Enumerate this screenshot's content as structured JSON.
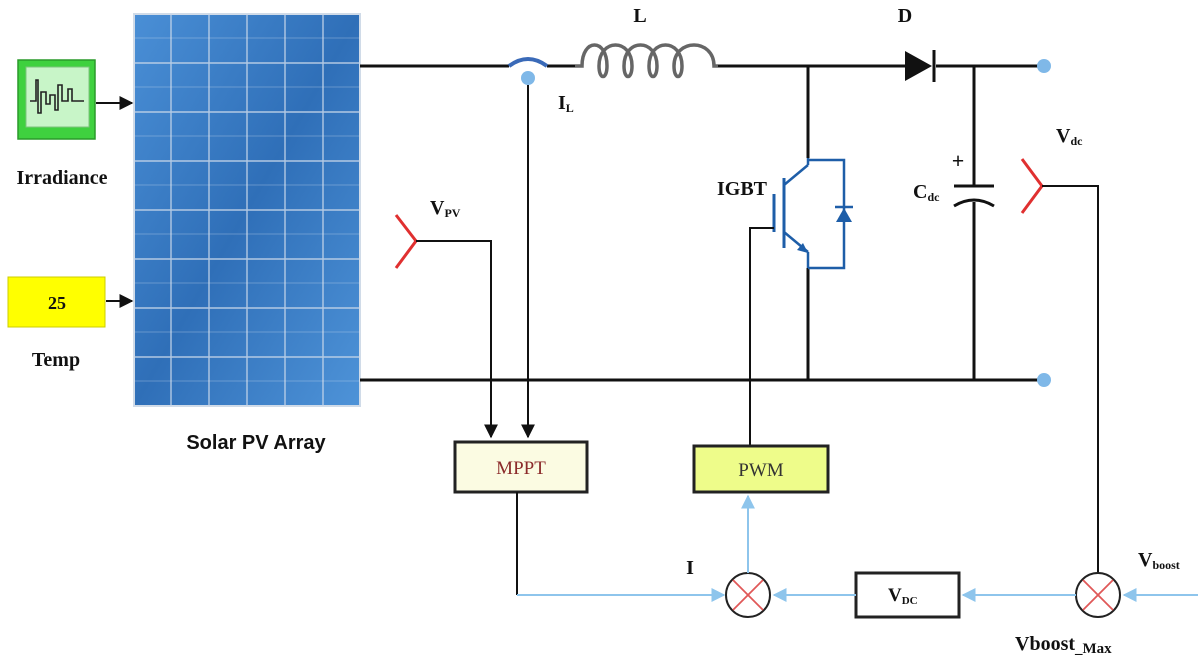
{
  "diagram": {
    "pv_array": {
      "label": "Solar PV Array"
    },
    "irradiance": {
      "label": "Irradiance"
    },
    "temp": {
      "label": "Temp",
      "value": "25"
    },
    "inductor": {
      "label": "L"
    },
    "current_sensor": {
      "label": "I",
      "subscript": "L"
    },
    "diode": {
      "label": "D"
    },
    "switch": {
      "label": "IGBT"
    },
    "capacitor": {
      "label": "C",
      "subscript": "dc",
      "polarity": "+"
    },
    "vpv": {
      "label": "V",
      "subscript": "PV"
    },
    "vdc_meas": {
      "label": "V",
      "subscript": "dc"
    },
    "mppt": {
      "label": "MPPT"
    },
    "pwm": {
      "label": "PWM"
    },
    "vdc_block": {
      "label": "V",
      "subscript": "DC"
    },
    "current_ref": {
      "label": "I"
    },
    "vboost_in": {
      "label": "V",
      "subscript": "boost"
    },
    "vboost_max": {
      "label": "Vboost",
      "subscript": "_Max"
    }
  },
  "colors": {
    "wire": "#111111",
    "signal_blue": "#8ec5ec",
    "terminal": "#7fb8e8",
    "pv_panel": "#3a7cc6",
    "irradiance_fill": "#3fd13f",
    "temp_fill": "#ffff00",
    "mppt_fill": "#fbfbe2",
    "pwm_fill": "#eefc8a",
    "sum_cross": "#e05858",
    "probe_red": "#e03030",
    "mppt_text": "#8b2a2a"
  }
}
